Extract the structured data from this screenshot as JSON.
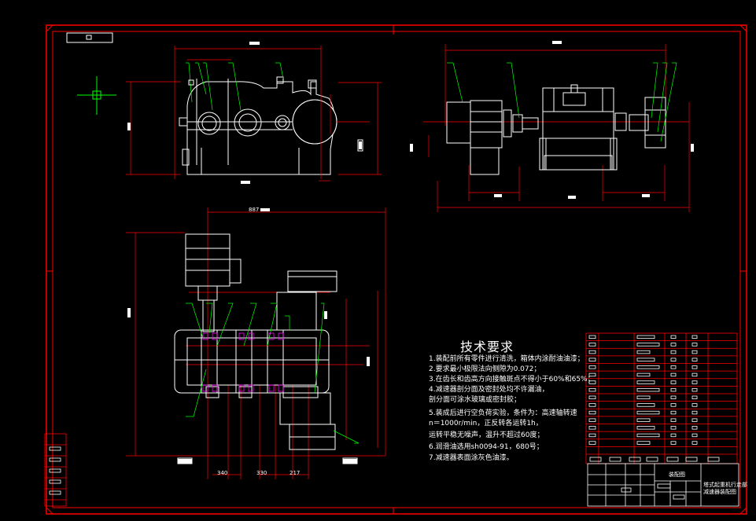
{
  "tech_requirements": {
    "title": "技术要求",
    "items": [
      "1.装配前所有零件进行清洗，箱体内涂耐油油漆；",
      "2.要求最小极限法向侧隙为0.072；",
      "3.在齿长和齿高方向接触斑点不得小于60%和65%；",
      "4.减速器剖分面及密封处均不许漏油，",
      "  剖分面可涂水玻璃或密封胶；",
      "5.装成后进行空负荷实验，条件为：高速轴转速",
      "  n＝1000r/min，正反转各运转1h，",
      "  运转平稳无噪声，温升不超过60度；",
      "6.润滑油选用sh0094-91，680号；",
      "7.减速器表面涂灰色油漆。"
    ]
  },
  "dimensions": {
    "top_width": "887",
    "bottom_left": "340",
    "bottom_mid": "330",
    "bottom_right": "217"
  },
  "title_block": {
    "drawing_name": "装配图",
    "title_line1": "塔式起重机行走部",
    "title_line2": "减速器装配图"
  },
  "colors": {
    "background": "#000000",
    "border": "#ff0000",
    "outline": "#ffffff",
    "leader": "#00ff00",
    "crosshair": "#00ff00",
    "dimension": "#ff0000"
  }
}
